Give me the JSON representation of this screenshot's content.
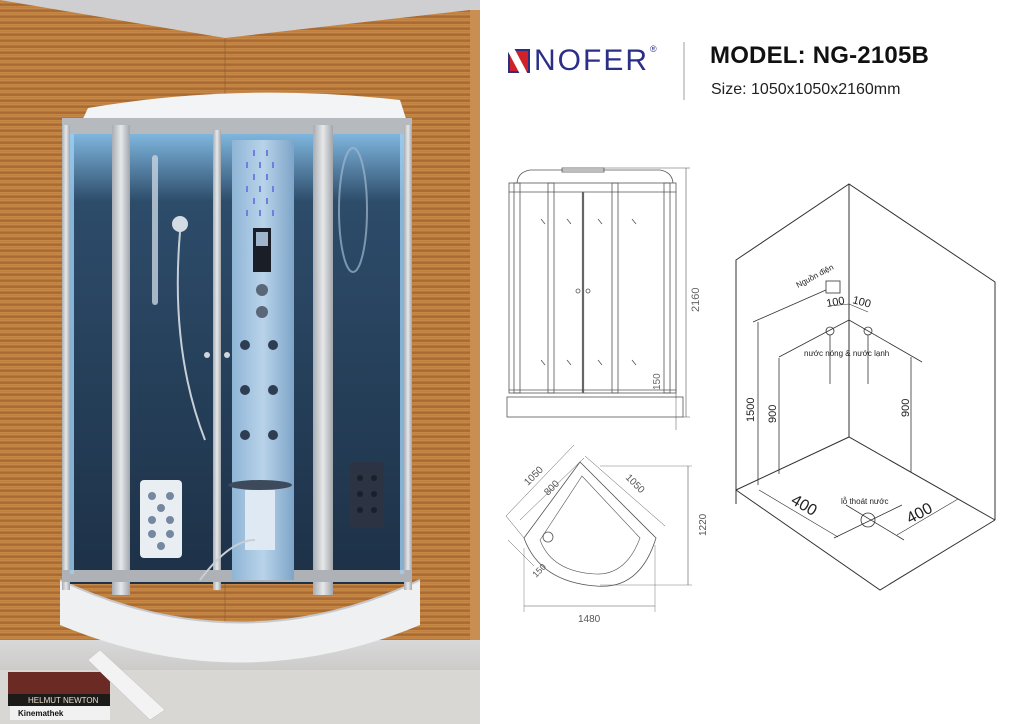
{
  "brand": {
    "name": "NOFER",
    "registered_mark": "®",
    "colors": {
      "navy": "#2b2f86",
      "red": "#d0202a"
    }
  },
  "product": {
    "model_label": "MODEL: NG-2105B",
    "size_label": "Size: 1050x1050x2160mm"
  },
  "photo": {
    "description": "Corner steam shower cabin with blue-lit tinted glass, center massage column, wooden wall background",
    "books": [
      "HELMUT NEWTON",
      "Kinemathek"
    ]
  },
  "front_drawing": {
    "dimensions": {
      "height": "2160",
      "base": "150"
    }
  },
  "plan_drawing": {
    "dimensions": {
      "side_a": "1050",
      "side_b": "1050",
      "door": "800",
      "tray": "150",
      "width": "1480",
      "depth": "1220"
    }
  },
  "install_drawing": {
    "labels": {
      "power": "Nguồn điện",
      "water": "nước nóng & nước lạnh",
      "drain": "lỗ thoát nước"
    },
    "dimensions": {
      "offset_left": "100",
      "offset_right": "100",
      "power_height": "1500",
      "water_height_left": "900",
      "water_height_right": "900",
      "drain_left": "400",
      "drain_right": "400"
    }
  }
}
